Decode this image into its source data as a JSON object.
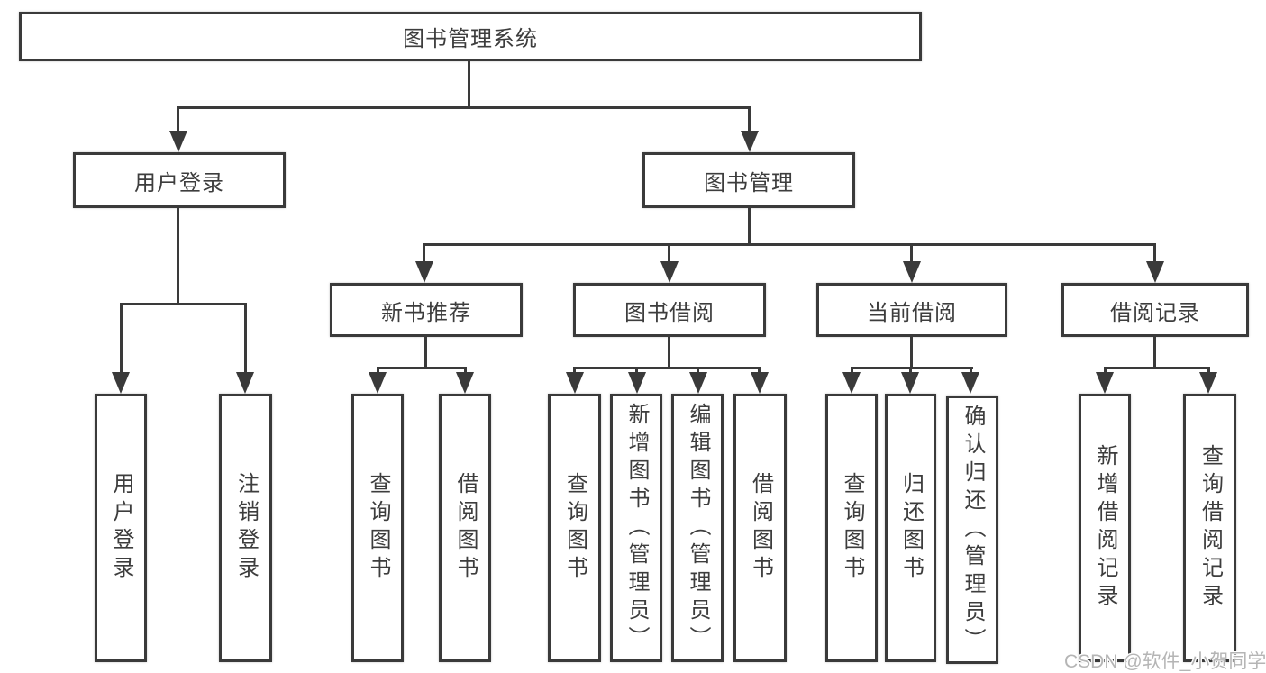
{
  "watermark": "CSDN @软件_小贺同学",
  "colors": {
    "line": "#3a3a3a",
    "text": "#3d3d3d",
    "background": "#ffffff",
    "watermark": "#b5b5b5"
  },
  "tree": {
    "root": {
      "label": "图书管理系统",
      "children": [
        {
          "label": "用户登录",
          "children": [
            {
              "label": "用户登录"
            },
            {
              "label": "注销登录"
            }
          ]
        },
        {
          "label": "图书管理",
          "children": [
            {
              "label": "新书推荐",
              "children": [
                {
                  "label": "查询图书"
                },
                {
                  "label": "借阅图书"
                }
              ]
            },
            {
              "label": "图书借阅",
              "children": [
                {
                  "label": "查询图书"
                },
                {
                  "label": "新增图书（管理员）"
                },
                {
                  "label": "编辑图书（管理员）"
                },
                {
                  "label": "借阅图书"
                }
              ]
            },
            {
              "label": "当前借阅",
              "children": [
                {
                  "label": "查询图书"
                },
                {
                  "label": "归还图书"
                },
                {
                  "label": "确认归还（管理员）"
                }
              ]
            },
            {
              "label": "借阅记录",
              "children": [
                {
                  "label": "新增借阅记录"
                },
                {
                  "label": "查询借阅记录"
                }
              ]
            }
          ]
        }
      ]
    }
  }
}
